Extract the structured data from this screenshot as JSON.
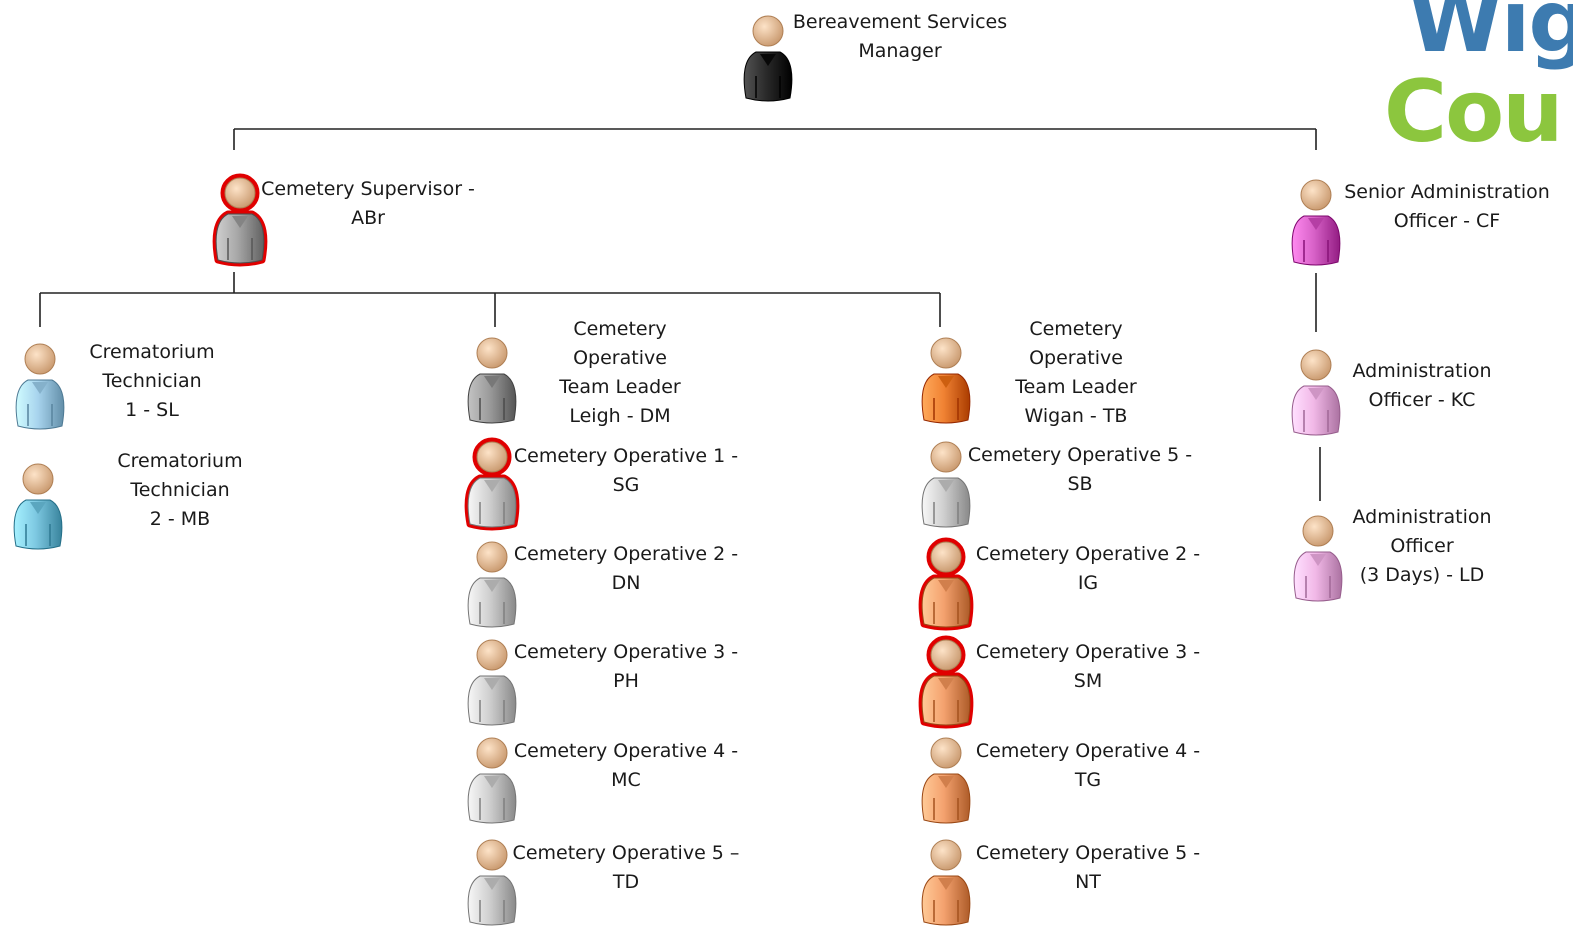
{
  "logo": {
    "line1": "Wig",
    "line2": "Cou",
    "color1": "#3d7bb0",
    "color2": "#8cc63e"
  },
  "colors": {
    "manager": "#2b2b2b",
    "supervisor": "#a7a7a7",
    "senior_admin": "#d862c8",
    "admin": "#f1b8e7",
    "technician1": "#a8d4ee",
    "technician2": "#7ec9e2",
    "team_leader_leigh": "#9b9b9b",
    "operative_leigh": "#cfcfcf",
    "team_leader_wigan": "#f08233",
    "operative_wigan_grey": "#cfcfcf",
    "operative_wigan": "#f4a26f",
    "highlight": "#e00000",
    "skin": "#f5c59a"
  },
  "nodes": {
    "manager": {
      "lines": [
        "Bereavement Services",
        "Manager"
      ]
    },
    "supervisor": {
      "lines": [
        "Cemetery Supervisor -",
        "ABr"
      ],
      "highlighted": true
    },
    "senior_admin": {
      "lines": [
        "Senior Administration",
        "Officer - CF"
      ]
    },
    "admin_kc": {
      "lines": [
        "Administration",
        "Officer - KC"
      ]
    },
    "admin_ld": {
      "lines": [
        "Administration",
        "Officer",
        "(3 Days) - LD"
      ]
    },
    "tech_sl": {
      "lines": [
        "Crematorium",
        "Technician",
        "1 - SL"
      ]
    },
    "tech_mb": {
      "lines": [
        "Crematorium",
        "Technician",
        "2 - MB"
      ]
    },
    "leader_leigh": {
      "lines": [
        "Cemetery",
        "Operative",
        "Team Leader",
        "Leigh - DM"
      ]
    },
    "leigh_op1": {
      "lines": [
        "Cemetery Operative 1 -",
        "SG"
      ],
      "highlighted": true
    },
    "leigh_op2": {
      "lines": [
        "Cemetery Operative 2 -",
        "DN"
      ]
    },
    "leigh_op3": {
      "lines": [
        "Cemetery Operative 3 -",
        "PH"
      ]
    },
    "leigh_op4": {
      "lines": [
        "Cemetery Operative 4 -",
        "MC"
      ]
    },
    "leigh_op5": {
      "lines": [
        "Cemetery Operative 5 –",
        "TD"
      ]
    },
    "leader_wigan": {
      "lines": [
        "Cemetery",
        "Operative",
        "Team Leader",
        "Wigan - TB"
      ]
    },
    "wigan_op5_sb": {
      "lines": [
        "Cemetery Operative 5 -",
        "SB"
      ]
    },
    "wigan_op2": {
      "lines": [
        "Cemetery Operative 2 -",
        "IG"
      ],
      "highlighted": true
    },
    "wigan_op3": {
      "lines": [
        "Cemetery Operative 3 -",
        "SM"
      ],
      "highlighted": true
    },
    "wigan_op4": {
      "lines": [
        "Cemetery Operative 4 -",
        "TG"
      ]
    },
    "wigan_op5_nt": {
      "lines": [
        "Cemetery Operative 5 -",
        "NT"
      ]
    }
  }
}
